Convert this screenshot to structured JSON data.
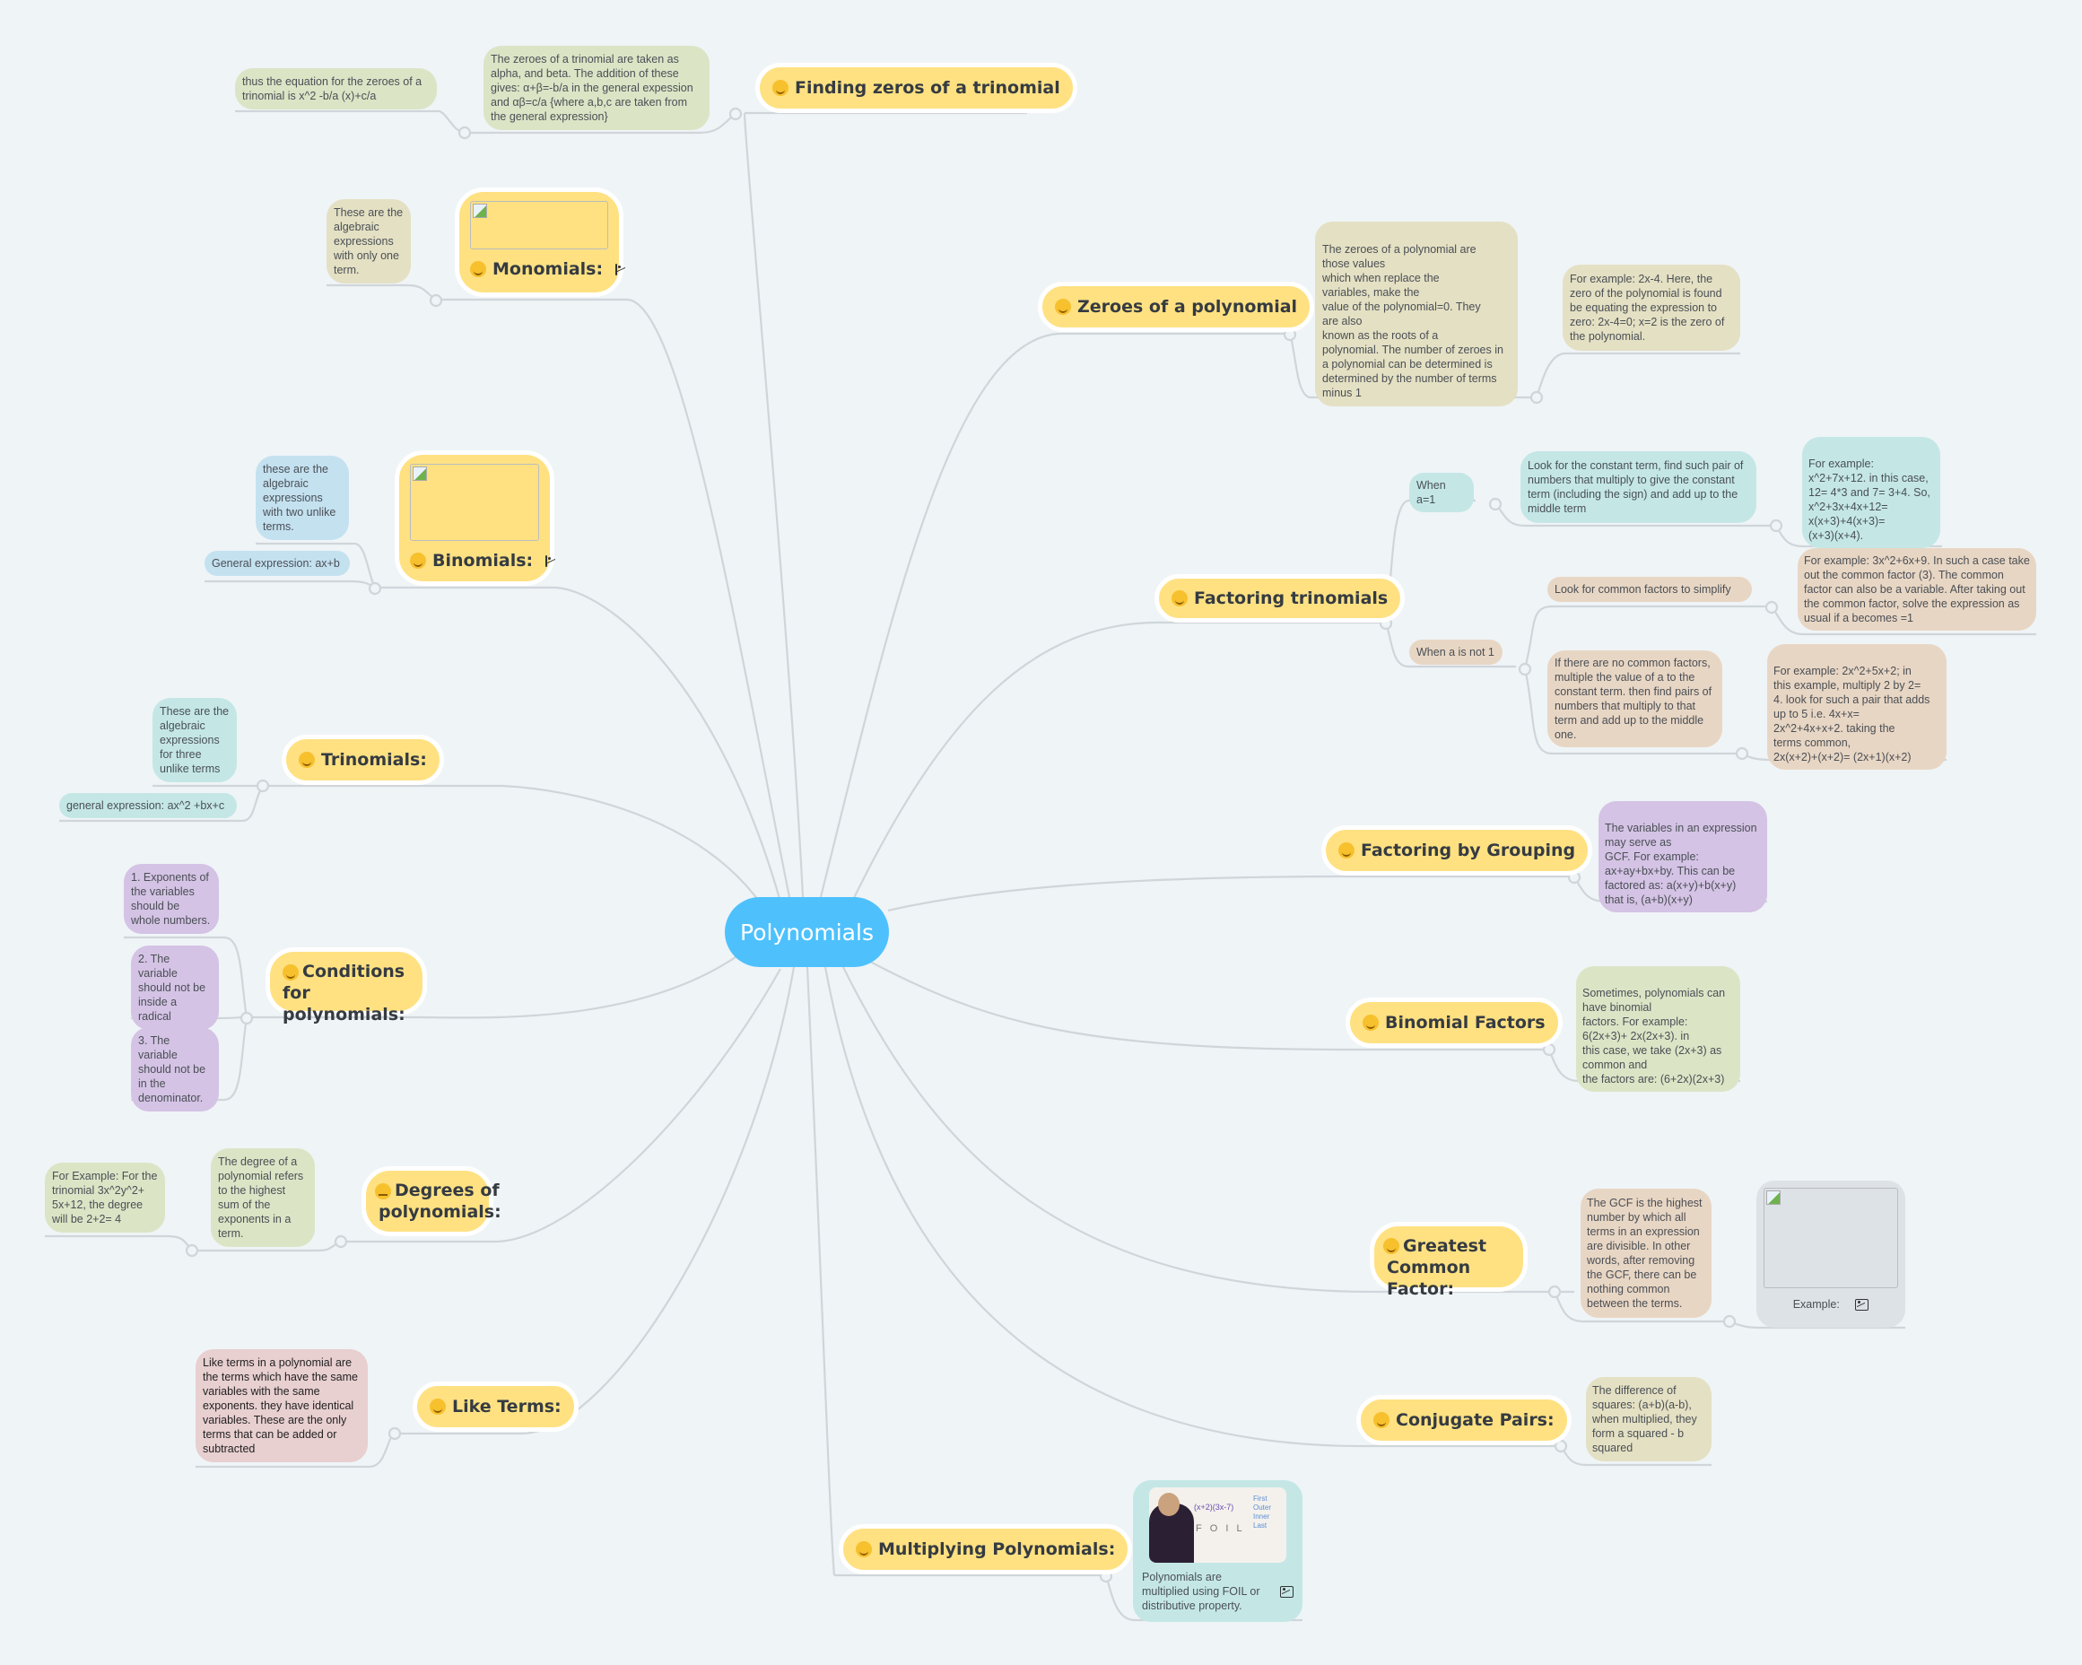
{
  "root": {
    "label": "Polynomials",
    "color": "#4ec1fd"
  },
  "colors": {
    "topic": "#ffe182",
    "background": "#eff4f7",
    "connector": "#cfd5d9"
  },
  "topics": {
    "finding_zeros": {
      "label": "Finding zeros of a trinomial",
      "notes": [
        "The zeroes of a trinomial are taken as alpha, and beta. The addition of these gives: α+β=-b/a in the general expession and  αβ=c/a {where a,b,c are taken from the general expression}",
        "thus the equation for the zeroes of a trinomial is  x^2 -b/a (x)+c/a"
      ]
    },
    "monomials": {
      "label": "Monomials:",
      "note": "These are the algebraic expressions with only one term."
    },
    "binomials": {
      "label": "Binomials:",
      "notes": [
        "these are the algebraic expressions with two unlike terms.",
        "General expression: ax+b"
      ]
    },
    "trinomials": {
      "label": "Trinomials:",
      "notes": [
        "These are the algebraic expressions for three unlike terms",
        "general expression: ax^2 +bx+c"
      ]
    },
    "conditions": {
      "label": "Conditions for polynomials:",
      "notes": [
        "1. Exponents of the variables should be whole numbers.",
        "2. The variable should not be inside a radical",
        "3. The variable should not be in the denominator."
      ]
    },
    "degrees": {
      "label": "Degrees of polynomials:",
      "notes": [
        "The degree of a polynomial refers to the highest sum of the exponents in a term.",
        "For Example: For the trinomial 3x^2y^2+ 5x+12, the degree will be 2+2= 4"
      ]
    },
    "like_terms": {
      "label": "Like Terms:",
      "note": "Like terms in a polynomial are the terms which have the same variables with the same exponents. they have identical variables. These are the only terms that can be added or subtracted"
    },
    "multiplying": {
      "label": "Multiplying Polynomials:",
      "note": "Polynomials are multiplied using FOIL or distributive property.",
      "image_board": {
        "expr": "(x+2)(3x-7)",
        "foil": "F O I L",
        "words": [
          "First",
          "Outer",
          "Inner",
          "Last"
        ]
      }
    },
    "zeroes_poly": {
      "label": "Zeroes of a polynomial",
      "notes": [
        "The zeroes of a polynomial are\nthose values\nwhich when replace the\nvariables, make the\nvalue of the polynomial=0. They\nare also\nknown as the roots of a\npolynomial. The number of zeroes in\na polynomial can be determined is\ndetermined by the number of terms\nminus 1",
        "For example: 2x-4. Here, the zero of the polynomial is found be equating the expression to zero: 2x-4=0; x=2 is the zero of the polynomial."
      ]
    },
    "factoring_tri": {
      "label": "Factoring trinomials",
      "a1": {
        "label": "When a=1",
        "step": "Look for the constant term, find such pair of numbers that multiply to give the constant term (including the sign) and add up to the middle term",
        "example": "For example:\nx^2+7x+12. in this case,\n12= 4*3 and 7= 3+4. So,\nx^2+3x+4x+12=\nx(x+3)+4(x+3)=\n(x+3)(x+4)."
      },
      "a_not1": {
        "label": "When a is not 1",
        "step1": "Look for common factors to simplify",
        "example1": "For example: 3x^2+6x+9. In such a case take out the common factor (3). The common factor can also be a variable. After taking out the common factor, solve the expression as usual if a becomes =1",
        "step2": "If there are no common factors, multiple the value of a to the constant term. then find pairs of numbers that multiply to that term and add up to the middle one.",
        "example2": "For example: 2x^2+5x+2; in\nthis example, multiply 2 by 2=\n4. look for such a pair that adds\nup to 5 i.e. 4x+x=\n2x^2+4x+x+2. taking the\nterms common,\n2x(x+2)+(x+2)= (2x+1)(x+2)"
      }
    },
    "grouping": {
      "label": "Factoring by Grouping",
      "note": "The variables in an expression\nmay serve as\nGCF. For example:\nax+ay+bx+by. This can be\nfactored as: a(x+y)+b(x+y)\nthat is, (a+b)(x+y)"
    },
    "binomial_factors": {
      "label": "Binomial Factors",
      "note": "Sometimes, polynomials can\nhave binomial\nfactors. For example:\n6(2x+3)+ 2x(2x+3). in\nthis case, we take (2x+3) as\ncommon and\nthe factors are: (6+2x)(2x+3)"
    },
    "gcf": {
      "label": "Greatest Common Factor:",
      "note": "The GCF is the highest number by which all terms in an expression are divisible. In other words, after removing the GCF, there can be nothing common between the terms.",
      "example_label": "Example:"
    },
    "conjugate": {
      "label": "Conjugate Pairs:",
      "note": "The difference of squares: (a+b)(a-b), when multiplied, they form a squared - b squared"
    }
  }
}
